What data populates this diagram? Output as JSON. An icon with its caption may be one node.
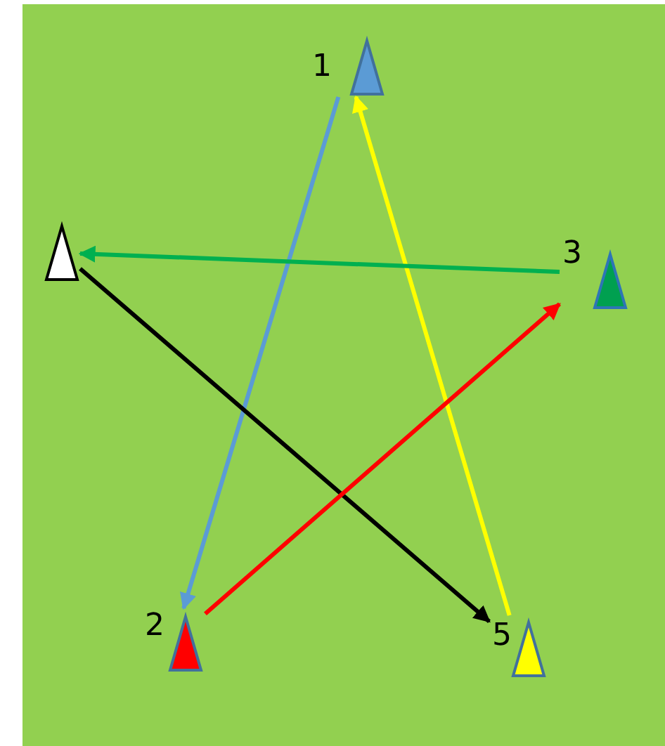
{
  "diagram": {
    "nodes": [
      {
        "text": [
          "1"
        ]
      },
      {
        "text": [],
        "shape": "triangle"
      },
      {
        "text": [
          "3"
        ]
      },
      {
        "text": [
          "2"
        ]
      },
      {
        "text": [
          "5"
        ]
      }
    ],
    "edges": [
      {
        "from": 0,
        "to": 3,
        "arrow": "to",
        "color": "#5b9bd5"
      },
      {
        "from": 4,
        "to": 0,
        "arrow": "to",
        "color": "#ffff00"
      },
      {
        "from": 2,
        "to": 1,
        "arrow": "to",
        "color": "#00b050"
      },
      {
        "from": 1,
        "to": 4,
        "arrow": "to",
        "color": "#000000"
      },
      {
        "from": 3,
        "to": 2,
        "arrow": "to",
        "color": "#ff0000"
      }
    ]
  }
}
